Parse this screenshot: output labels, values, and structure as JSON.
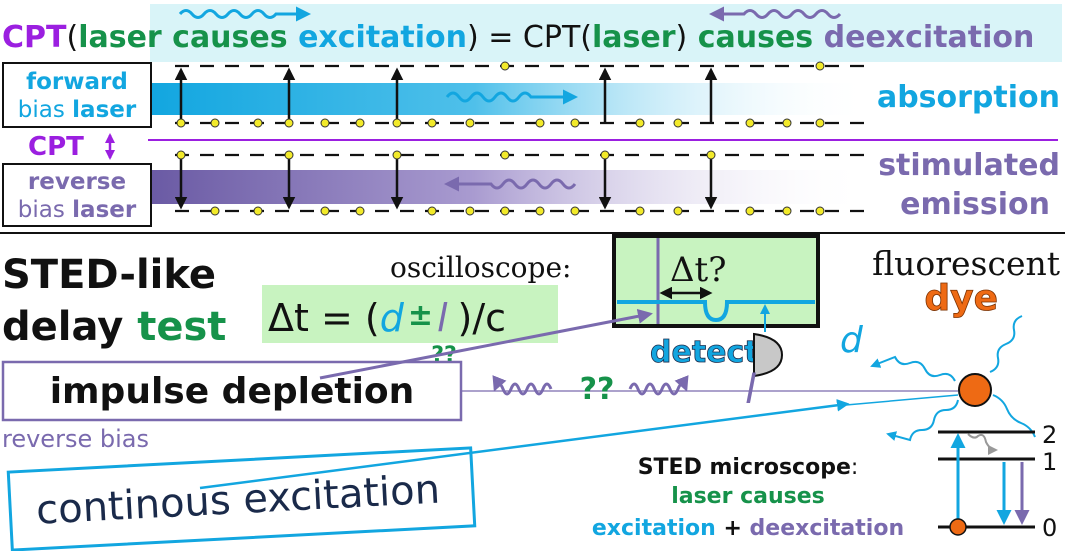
{
  "colors": {
    "purple": "#9b1fe0",
    "green": "#16924a",
    "cyan": "#12a6e0",
    "lavender": "#7a6aae",
    "orange": "#ee6a14",
    "navy": "#1a2a4a",
    "pale_cyan": "#d9f4f8",
    "pale_green": "#c8f3c0",
    "dot_yellow": "#f2ea2a"
  },
  "header": {
    "cpt1": "CPT",
    "open1": "(",
    "laser_causes_1": "laser causes",
    "excitation": "excitation",
    "close_eq_cpt": ") = CPT(",
    "laser2": "laser",
    "close2": ")",
    "causes2": "causes",
    "deexcitation": "deexcitation"
  },
  "forward_box": {
    "line1": "forward",
    "line2a": "bias ",
    "line2b": "laser"
  },
  "reverse_box": {
    "line1": "reverse",
    "line2a": "bias ",
    "line2b": "laser"
  },
  "cpt_mid": "CPT",
  "labels": {
    "absorption": "absorption",
    "stimulated": "stimulated",
    "emission": "emission"
  },
  "sted_title": {
    "line1": "STED-like",
    "line2a": "delay ",
    "line2b": "test"
  },
  "formula": {
    "delta_t": "Δt = (",
    "d": "d",
    "pm": "±",
    "l": "l",
    "qq": "??",
    "tail": ")/c"
  },
  "oscilloscope": {
    "label": "oscilloscope:",
    "delta_t": "Δt?"
  },
  "detect": "detect",
  "d_label": "d",
  "l_label": "l",
  "qq_wave": "??",
  "fluorescent": "fluorescent",
  "dye": "dye",
  "impulse_depletion": "impulse depletion",
  "reverse_bias": "reverse bias",
  "continous_excitation": "continous excitation",
  "sted_microscope": {
    "line1": "STED microscope",
    "colon": ":",
    "line2": "laser causes",
    "excitation": "excitation",
    "plus": " + ",
    "deexcitation": "deexcitation"
  },
  "levels": [
    "2",
    "1",
    "0"
  ]
}
